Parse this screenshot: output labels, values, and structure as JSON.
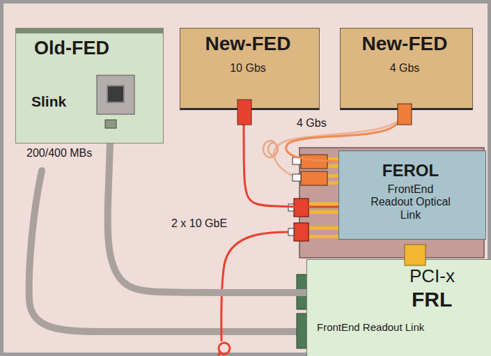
{
  "diagram": {
    "nodes": [
      {
        "text": [
          "Old-FED",
          "Slink"
        ]
      },
      {
        "text": [
          "New-FED",
          "10 Gbs"
        ]
      },
      {
        "text": [
          "New-FED",
          "4 Gbs"
        ]
      },
      {
        "text": [
          "FEROL",
          "FrontEnd Readout Optical Link"
        ]
      },
      {
        "text": [
          "FRL",
          "FrontEnd Readout Link"
        ]
      }
    ],
    "edges": [
      {
        "from": 0,
        "to": 4,
        "arrow": "none"
      },
      {
        "from": 1,
        "to": 3,
        "arrow": "none"
      },
      {
        "from": 2,
        "to": 3,
        "label": "4 Gbs",
        "arrow": "none"
      }
    ],
    "labels": [
      "200/400 MBs",
      "2 x 10 GbE",
      "PCI-x"
    ]
  }
}
